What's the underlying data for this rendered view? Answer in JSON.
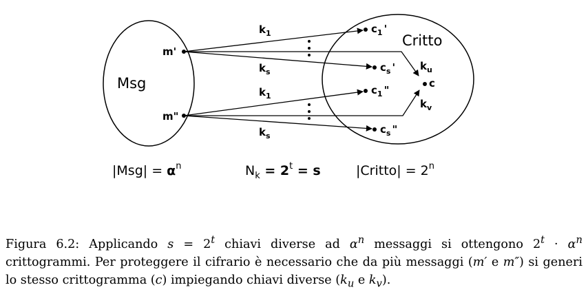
{
  "sets": {
    "msg": {
      "label": "Msg"
    },
    "critto": {
      "label": "Critto"
    }
  },
  "messages": [
    {
      "id": "m1",
      "label": "m'"
    },
    {
      "id": "m2",
      "label": "m\""
    }
  ],
  "keys": {
    "k1_top": {
      "base": "k",
      "sub": "1"
    },
    "ks_top": {
      "base": "k",
      "sub": "s"
    },
    "k1_bottom": {
      "base": "k",
      "sub": "1"
    },
    "ks_bottom": {
      "base": "k",
      "sub": "s"
    },
    "ku": {
      "base": "k",
      "sub": "u"
    },
    "kv": {
      "base": "k",
      "sub": "v"
    }
  },
  "ciphertexts": [
    {
      "id": "c1p",
      "base": "c",
      "sub": "1",
      "prime": "'"
    },
    {
      "id": "csp",
      "base": "c",
      "sub": "s",
      "prime": "'"
    },
    {
      "id": "c1pp",
      "base": "c",
      "sub": "1",
      "prime": "\""
    },
    {
      "id": "cspp",
      "base": "c",
      "sub": "s",
      "prime": "\""
    },
    {
      "id": "c",
      "base": "c",
      "sub": "",
      "prime": ""
    }
  ],
  "equations": {
    "msg_size": {
      "pre": "|Msg| = ",
      "base": "α",
      "sup": "n"
    },
    "nk": {
      "n": "N",
      "n_sub": "k",
      "mid": " = 2",
      "sup": "t",
      "post": " = s"
    },
    "critto_size": {
      "pre": "|Critto| = 2",
      "sup": "n"
    }
  },
  "caption": {
    "label": "Figura 6.2:",
    "t1": " Applicando ",
    "s1": "s",
    "t2": " = 2",
    "sup1": "t",
    "t3": " chiavi diverse ad ",
    "alpha1": "α",
    "sup2": "n",
    "t4": " messaggi si ottengono 2",
    "sup3": "t",
    "t5": " · ",
    "alpha2": "α",
    "sup4": "n",
    "t6": " crittogrammi. Per proteggere il cifrario è necessario che da più messaggi (",
    "m1": "m′",
    "t7": " e ",
    "m2": "m″",
    "t8": ") si generi lo stesso crittogramma (",
    "c": "c",
    "t9": ") impiegando chiavi diverse (",
    "ku": "k",
    "ku_sub": "u",
    "t10": " e ",
    "kv": "k",
    "kv_sub": "v",
    "t11": ")."
  }
}
